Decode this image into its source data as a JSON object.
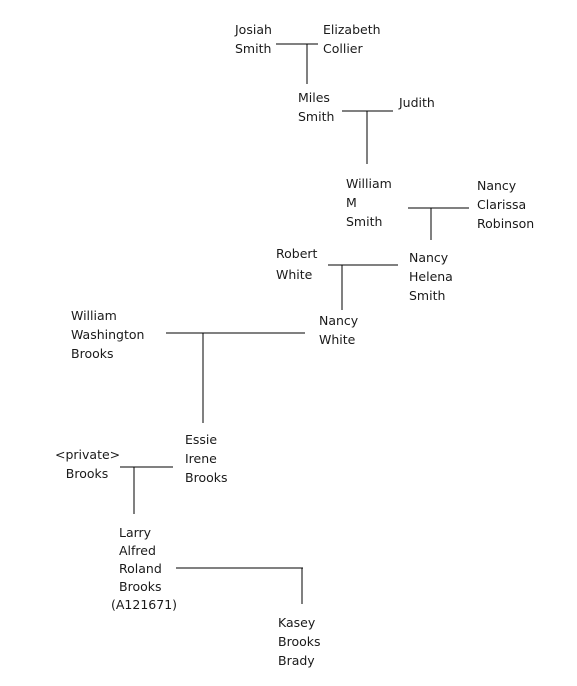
{
  "people": {
    "josiah_smith": [
      "Josiah",
      "Smith"
    ],
    "elizabeth_collier": [
      "Elizabeth",
      "Collier"
    ],
    "miles_smith": [
      "Miles",
      "Smith"
    ],
    "judith": [
      "Judith"
    ],
    "william_m_smith": [
      "William",
      "M",
      "Smith"
    ],
    "nancy_clarissa_robinson": [
      "Nancy",
      "Clarissa",
      "Robinson"
    ],
    "robert_white": [
      "Robert",
      "White"
    ],
    "nancy_helena_smith": [
      "Nancy",
      "Helena",
      "Smith"
    ],
    "william_washington_brooks": [
      "William",
      "Washington",
      "Brooks"
    ],
    "nancy_white": [
      "Nancy",
      "White"
    ],
    "private_brooks": [
      "<private>",
      "Brooks"
    ],
    "essie_irene_brooks": [
      "Essie",
      "Irene",
      "Brooks"
    ],
    "larry_alfred_roland_brooks": [
      "Larry",
      "Alfred",
      "Roland",
      "Brooks",
      "(A121671)"
    ],
    "kasey_brooks_brady": [
      "Kasey",
      "Brooks",
      "Brady"
    ]
  }
}
